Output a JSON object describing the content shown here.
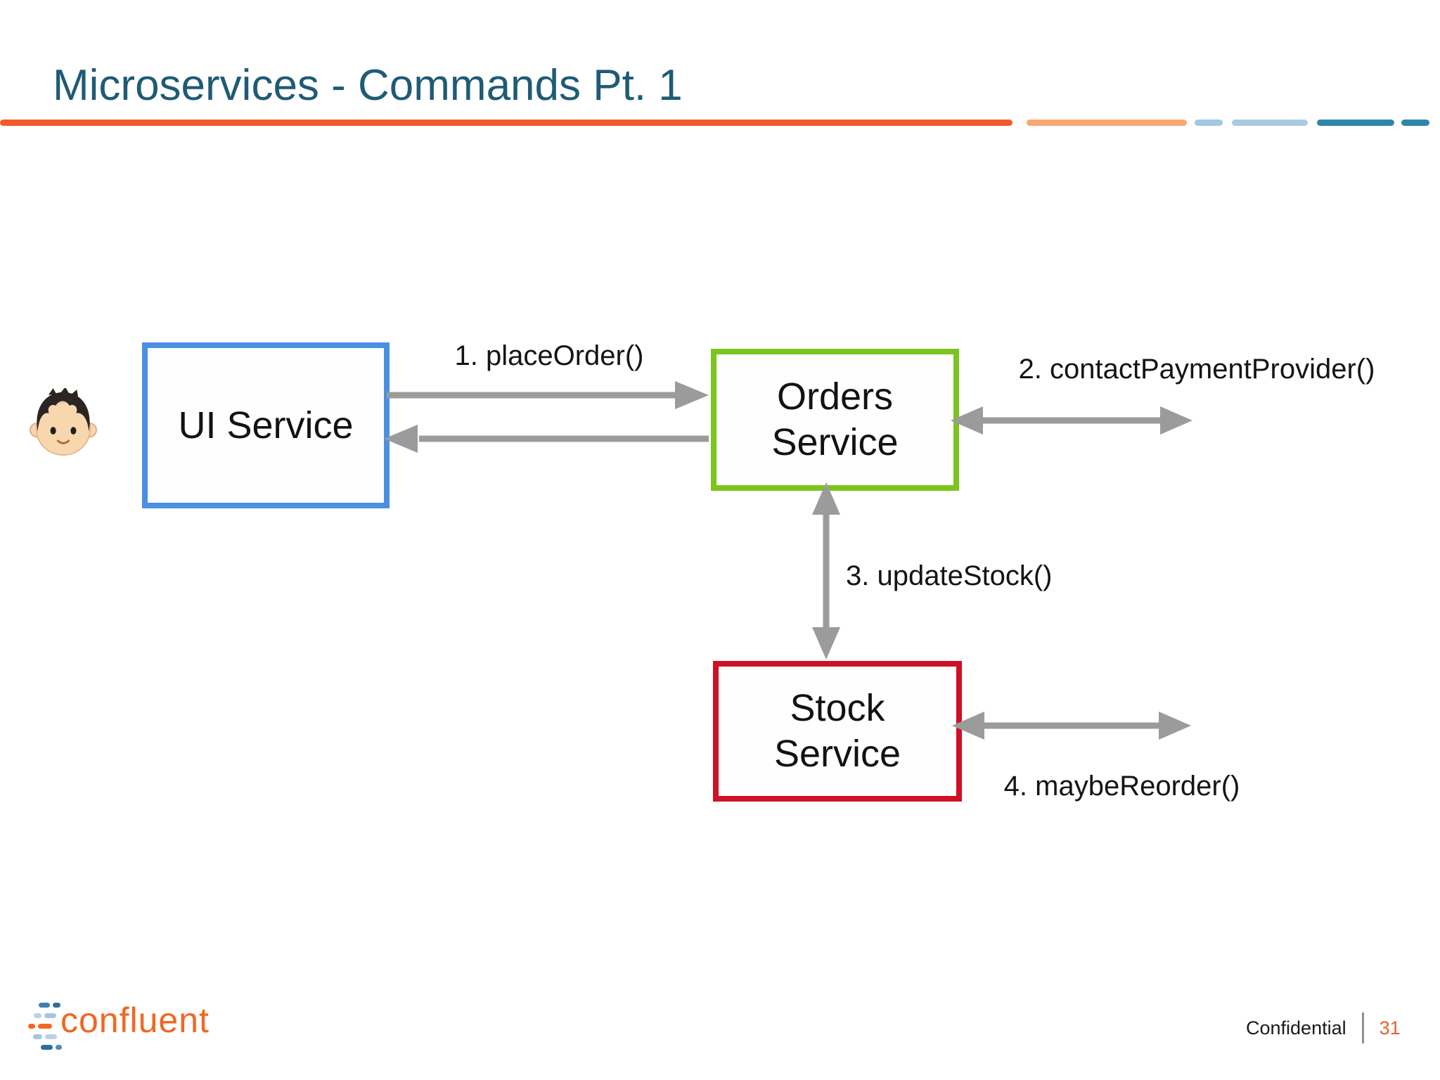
{
  "slide": {
    "title": "Microservices - Commands Pt. 1",
    "footer": {
      "logo_text": "confluent",
      "confidential": "Confidential",
      "page_number": "31"
    }
  },
  "diagram": {
    "actor": {
      "icon": "boy-user-icon"
    },
    "nodes": {
      "ui": {
        "label": "UI Service",
        "border_color": "#4A90E2"
      },
      "orders": {
        "line1": "Orders",
        "line2": "Service",
        "border_color": "#7CC41E"
      },
      "stock": {
        "line1": "Stock",
        "line2": "Service",
        "border_color": "#CE1126"
      }
    },
    "edges": {
      "place_order": {
        "label": "1. placeOrder()",
        "from": "ui",
        "to": "orders",
        "direction": "right"
      },
      "return_to_ui": {
        "label": "",
        "from": "orders",
        "to": "ui",
        "direction": "left"
      },
      "contact_payment": {
        "label": "2. contactPaymentProvider()",
        "from": "orders",
        "to": "external",
        "direction": "bidirectional"
      },
      "update_stock": {
        "label": "3. updateStock()",
        "from": "orders",
        "to": "stock",
        "direction": "bidirectional"
      },
      "maybe_reorder": {
        "label": "4. maybeReorder()",
        "from": "stock",
        "to": "external",
        "direction": "bidirectional"
      }
    },
    "arrow_color": "#9B9B9B"
  },
  "theme": {
    "title_color": "#1E5B76",
    "divider_colors": [
      "#F15B2B",
      "#F9A771",
      "#A2C8E2",
      "#A9C9E1",
      "#2E86AC",
      "#2E86AC"
    ],
    "logo_orange": "#F26722",
    "page_number_color": "#E8622A",
    "node_text_color": "#121212"
  }
}
